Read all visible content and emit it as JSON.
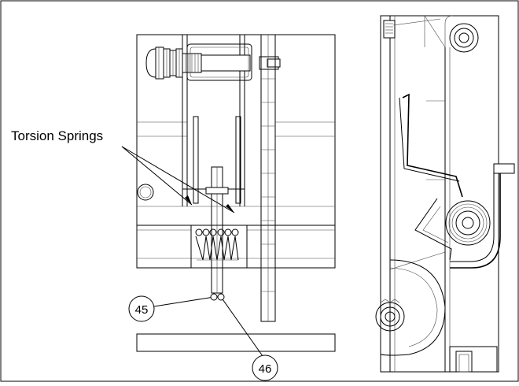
{
  "labels": {
    "springs": "Torsion Springs",
    "part_a": "45",
    "part_b": "46"
  }
}
